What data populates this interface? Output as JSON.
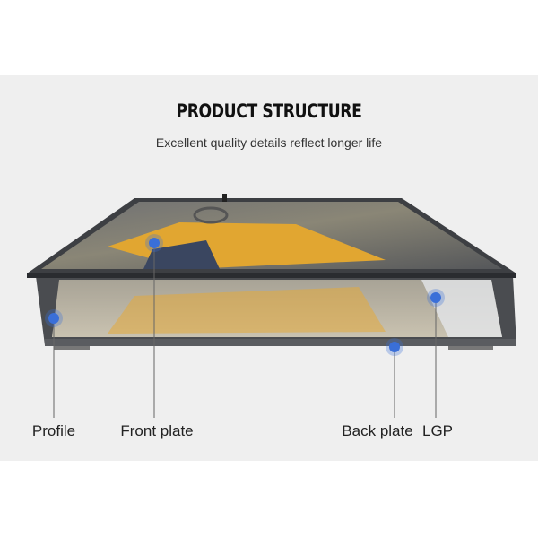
{
  "header": {
    "title": "PRODUCT STRUCTURE",
    "subtitle": "Excellent quality details reflect longer life"
  },
  "callouts": [
    {
      "label": "Profile"
    },
    {
      "label": "Front plate"
    },
    {
      "label": "Back plate"
    },
    {
      "label": "LGP"
    }
  ],
  "colors": {
    "accent": "#3a6fd8",
    "background": "#efefef"
  }
}
